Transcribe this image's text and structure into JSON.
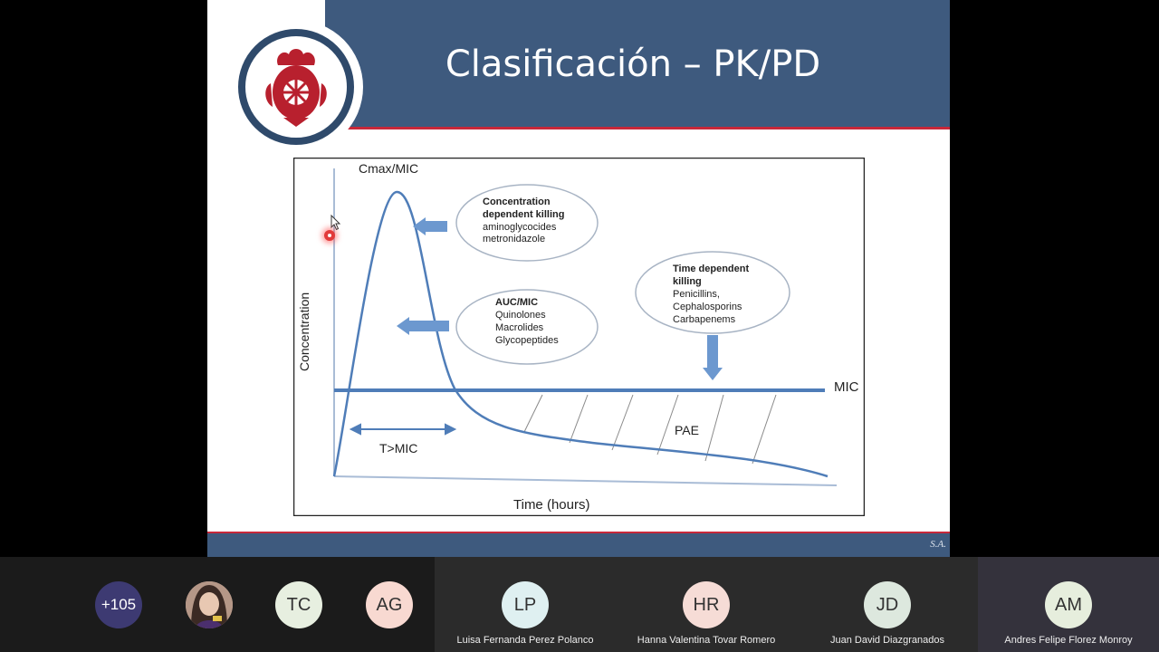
{
  "slide": {
    "title": "Clasificación – PK/PD",
    "footer_mark": "S.A."
  },
  "diagram": {
    "y_top_label": "Cmax/MIC",
    "y_axis_label": "Concentration",
    "x_axis_label": "Time (hours)",
    "mic_label": "MIC",
    "tmic_label": "T>MIC",
    "pae_label": "PAE",
    "concentration_box": {
      "title1": "Concentration",
      "title2": "dependent killing",
      "line1": "aminoglycocides",
      "line2": "metronidazole"
    },
    "auc_box": {
      "title": "AUC/MIC",
      "line1": "Quinolones",
      "line2": "Macrolides",
      "line3": "Glycopeptides"
    },
    "time_box": {
      "title1": "Time dependent",
      "title2": "killing",
      "line1": "Penicillins,",
      "line2": "Cephalosporins",
      "line3": "Carbapenems"
    },
    "colors": {
      "curve": "#4f7db8",
      "arrow": "#6c98cf"
    }
  },
  "participants": {
    "overflow_count": "+105",
    "tiles": [
      {
        "initials": "TC",
        "name": ""
      },
      {
        "initials": "AG",
        "name": ""
      },
      {
        "initials": "LP",
        "name": "Luisa Fernanda Perez Polanco"
      },
      {
        "initials": "HR",
        "name": "Hanna Valentina Tovar Romero"
      },
      {
        "initials": "JD",
        "name": "Juan David Diazgranados"
      },
      {
        "initials": "AM",
        "name": "Andres Felipe Florez Monroy"
      }
    ]
  }
}
